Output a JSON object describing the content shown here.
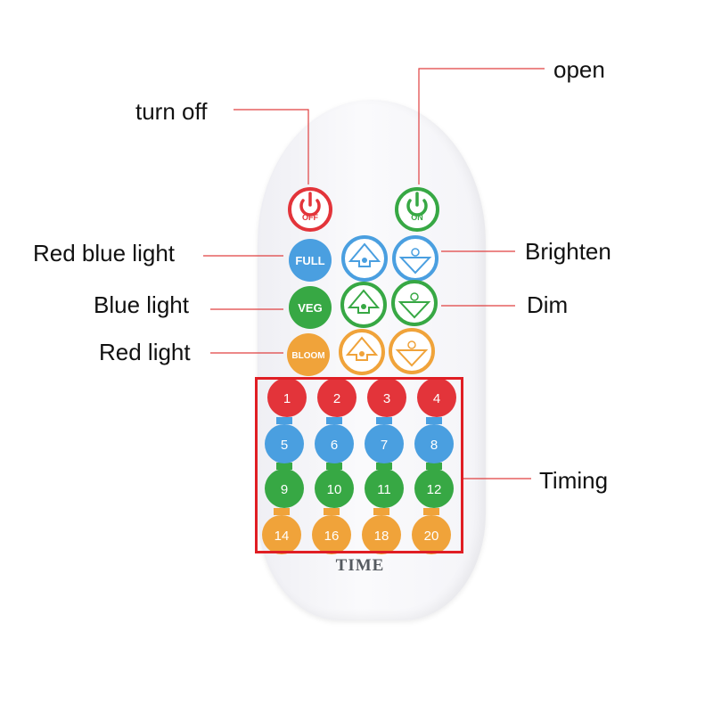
{
  "callouts": {
    "turn_off": "turn off",
    "open": "open",
    "red_blue_light": "Red blue light",
    "brighten": "Brighten",
    "blue_light": "Blue light",
    "dim": "Dim",
    "red_light": "Red light",
    "timing": "Timing"
  },
  "remote": {
    "power_off_label": "OFF",
    "power_on_label": "ON",
    "full_label": "FULL",
    "veg_label": "VEG",
    "bloom_label": "BLOOM",
    "timer_buttons": [
      "1",
      "2",
      "3",
      "4",
      "5",
      "6",
      "7",
      "8",
      "9",
      "10",
      "11",
      "12",
      "14",
      "16",
      "18",
      "20"
    ],
    "time_label": "TIME"
  },
  "colors": {
    "red": "#e3343a",
    "blue": "#4a9fe0",
    "green": "#37a844",
    "orange": "#f0a33a",
    "callout_line": "#e04040",
    "highlight_box": "#e01e24"
  },
  "icons": {
    "power_off": "power-icon",
    "power_on": "power-icon",
    "brighten": "sun-up-arrow-icon",
    "dim": "sun-down-arrow-icon"
  }
}
